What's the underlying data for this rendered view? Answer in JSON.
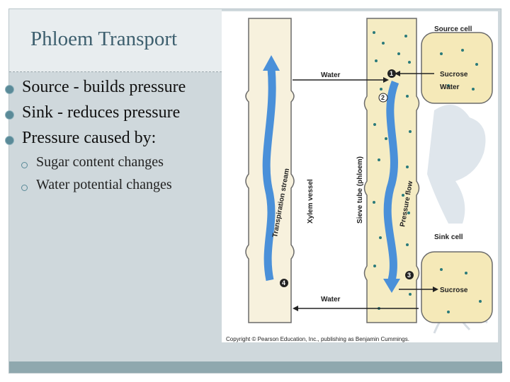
{
  "slide": {
    "title": "Phloem Transport",
    "bullets": [
      "Source - builds pressure",
      "Sink - reduces pressure",
      "Pressure caused by:"
    ],
    "sub_bullets": [
      "Sugar content changes",
      "Water potential changes"
    ]
  },
  "figure": {
    "source_cell": "Source cell",
    "sink_cell": "Sink cell",
    "sucrose_top": "Sucrose",
    "water_right": "Water",
    "water_top": "Water",
    "water_bottom": "Water",
    "sucrose_bottom": "Sucrose",
    "transpiration": "Transpiration stream",
    "xylem": "Xylem vessel",
    "sieve": "Sieve tube (phloem)",
    "pressure": "Pressure flow",
    "step1": "1",
    "step2": "2",
    "step3": "3",
    "step4": "4",
    "copyright": "Copyright © Pearson Education, Inc., publishing as Benjamin Cummings."
  },
  "colors": {
    "slide_bg": "#cfd8dc",
    "title": "#3d5f6e",
    "xylem_arrow": "#4a90d9",
    "phloem_dots": "#2a7a7a",
    "cell_fill": "#f5e9b8",
    "footer_bar": "#8fa8ae"
  }
}
